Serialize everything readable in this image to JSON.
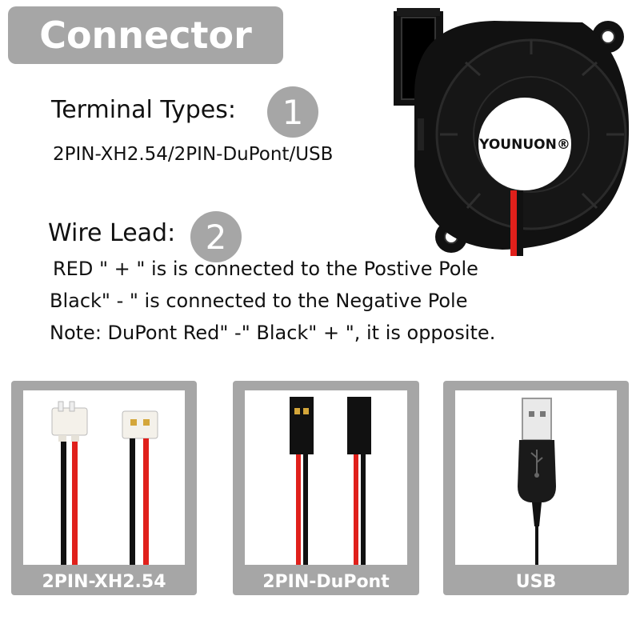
{
  "header": {
    "title": "Connector"
  },
  "fan": {
    "brand": "YOUNUON®",
    "body_color": "#111111",
    "label_color": "#ffffff"
  },
  "terminal": {
    "label": "Terminal Types:",
    "number": "1",
    "value": "2PIN-XH2.54/2PIN-DuPont/USB"
  },
  "wire": {
    "label": "Wire Lead:",
    "number": "2",
    "lines": [
      "RED \" + \" is is connected to the Postive Pole",
      "Black\" - \" is connected to the Negative Pole",
      "Note:  DuPont  Red\" -\" Black\" + \", it is opposite."
    ]
  },
  "panels": [
    {
      "caption": "2PIN-XH2.54",
      "icon": "xh254-connector-icon"
    },
    {
      "caption": "2PIN-DuPont",
      "icon": "dupont-connector-icon"
    },
    {
      "caption": "USB",
      "icon": "usb-plug-icon"
    }
  ],
  "colors": {
    "accent_gray": "#a6a6a6",
    "wire_red": "#e0201b",
    "wire_black": "#111111"
  }
}
